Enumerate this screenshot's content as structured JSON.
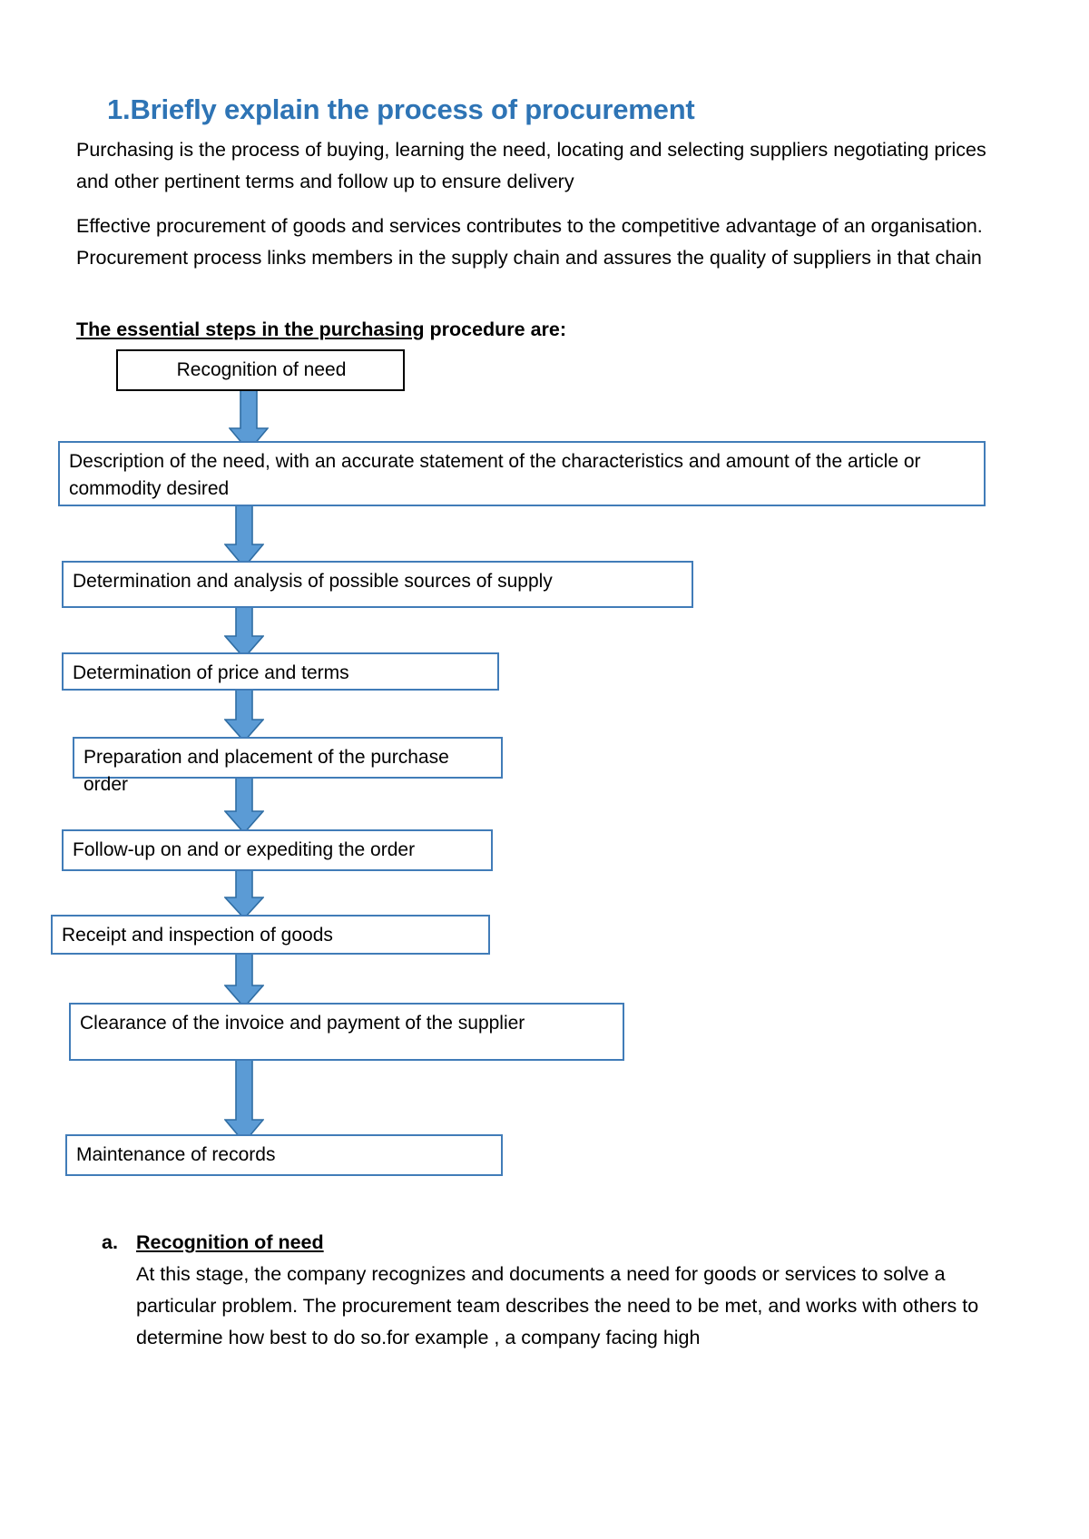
{
  "document": {
    "heading": "1.Briefly explain the process of procurement",
    "paragraphs": [
      "Purchasing is the process of buying, learning the need, locating and selecting suppliers negotiating prices and other pertinent terms and follow up to ensure delivery",
      "Effective procurement of goods and services contributes to the competitive advantage of an organisation. Procurement process links members in the supply chain and assures the quality of suppliers in that chain"
    ],
    "lead_in": {
      "underlined_part": "The essential steps in the purchasing",
      "plain_part": " procedure are:"
    }
  },
  "flowchart": {
    "title": "The essential steps in the purchasing procedure are:",
    "accent_color": "#417cb8",
    "arrow_color": "#5b9bd5",
    "arrow_stroke": "#2f6da3",
    "steps": [
      {
        "id": "step-1",
        "label": "Recognition of need",
        "border_color": "#000000"
      },
      {
        "id": "step-2",
        "label": "Description of the need, with an accurate statement of the characteristics and amount of the article or commodity desired",
        "border_color": "#417cb8"
      },
      {
        "id": "step-3",
        "label": "Determination and analysis of possible sources of supply",
        "border_color": "#417cb8"
      },
      {
        "id": "step-4",
        "label": "Determination of price and terms",
        "border_color": "#417cb8"
      },
      {
        "id": "step-5",
        "label": "Preparation and placement of the purchase order",
        "border_color": "#417cb8"
      },
      {
        "id": "step-6",
        "label": "Follow-up on and or expediting the order",
        "border_color": "#417cb8"
      },
      {
        "id": "step-7",
        "label": "Receipt and inspection of goods",
        "border_color": "#417cb8"
      },
      {
        "id": "step-8",
        "label": "Clearance of the invoice and payment of the supplier",
        "border_color": "#417cb8"
      },
      {
        "id": "step-9",
        "label": "Maintenance of records",
        "border_color": "#417cb8"
      }
    ],
    "connector_count": 8
  },
  "detail_list": [
    {
      "marker": "a.",
      "title": "Recognition of need ",
      "body": "At this stage, the company recognizes and documents a need for goods or services to solve a particular problem. The procurement team describes the need to be met, and works with others to determine how best to do so.for example , a company facing high"
    }
  ]
}
